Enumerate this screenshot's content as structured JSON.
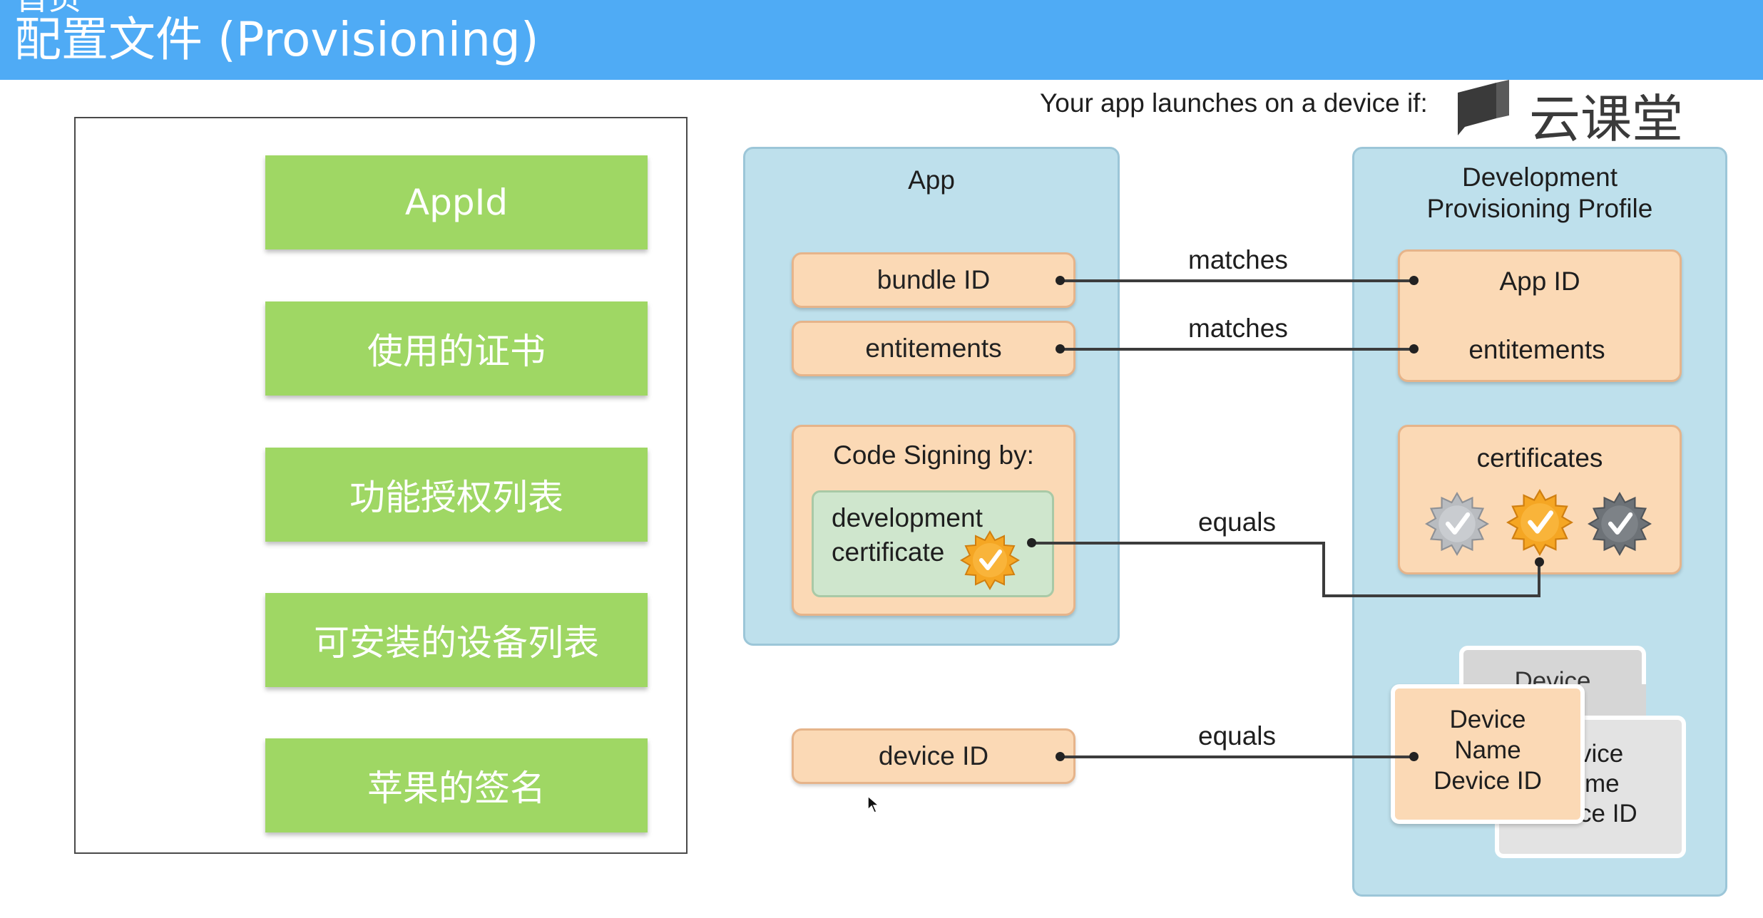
{
  "header": {
    "top_fragment": "首页",
    "title": "配置文件 (Provisioning)"
  },
  "left_panel": {
    "items": [
      "AppId",
      "使用的证书",
      "功能授权列表",
      "可安装的设备列表",
      "苹果的签名"
    ]
  },
  "diagram": {
    "intro": "Your app launches on a device if:",
    "watermark": "云课堂",
    "app": {
      "title": "App",
      "bundle_id": "bundle ID",
      "entitlements": "entitements",
      "code_signing_title": "Code Signing by:",
      "dev_cert_line1": "development",
      "dev_cert_line2": "certificate",
      "device_id": "device ID"
    },
    "profile": {
      "title_line1": "Development",
      "title_line2": "Provisioning Profile",
      "app_id": "App ID",
      "entitlements": "entitements",
      "certificates": "certificates",
      "device_back_top": "Device",
      "device_mid_line1": "vice",
      "device_mid_line2": "me",
      "device_mid_line3": "ce ID",
      "device_front_line1": "Device",
      "device_front_line2": "Name",
      "device_front_line3": "Device ID"
    },
    "connectors": {
      "bundle": "matches",
      "entitlements": "matches",
      "certificate": "equals",
      "device": "equals"
    },
    "colors": {
      "header": "#4fabf5",
      "green": "#9fd764",
      "blue_panel": "#bee0ec",
      "orange_box": "#fbd9b5",
      "cert_green": "#cfe6cd",
      "badge_orange": "#f5a623",
      "badge_silver": "#b9bcc0",
      "badge_dark": "#6d7277"
    }
  }
}
